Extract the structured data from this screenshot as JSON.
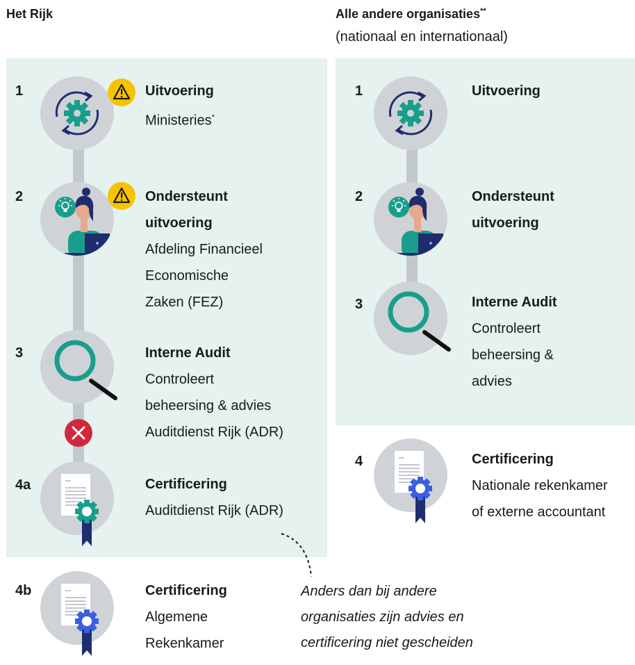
{
  "left_column": {
    "title": "Het Rijk",
    "items": [
      {
        "num": "1",
        "title": "Uitvoering",
        "lines": [
          "Ministeries"
        ],
        "mark": "*",
        "icon": "gear-cycle-icon",
        "warning": true
      },
      {
        "num": "2",
        "title": "Ondersteunt",
        "title2": "uitvoering",
        "lines": [
          "Afdeling Financieel",
          "Economische",
          "Zaken (FEZ)"
        ],
        "icon": "person-laptop-icon",
        "warning": true
      },
      {
        "num": "3",
        "title": "Interne Audit",
        "lines": [
          "Controleert",
          "beheersing & advies",
          "Auditdienst Rijk (ADR)"
        ],
        "icon": "magnifier-icon"
      },
      {
        "num": "4a",
        "title": "Certificering",
        "lines": [
          "Auditdienst Rijk (ADR)"
        ],
        "icon": "certificate-green-icon"
      },
      {
        "num": "4b",
        "title": "Certificering",
        "lines": [
          "Algemene",
          "Rekenkamer"
        ],
        "icon": "certificate-blue-icon"
      }
    ],
    "separator_icon": "red-cross-icon"
  },
  "right_column": {
    "title": "Alle andere organisaties",
    "title_mark": "**",
    "subtitle": "(nationaal en internationaal)",
    "items": [
      {
        "num": "1",
        "title": "Uitvoering",
        "icon": "gear-cycle-icon"
      },
      {
        "num": "2",
        "title": "Ondersteunt",
        "title2": "uitvoering",
        "icon": "person-laptop-icon"
      },
      {
        "num": "3",
        "title": "Interne Audit",
        "lines": [
          "Controleert",
          "beheersing &",
          "advies"
        ],
        "icon": "magnifier-icon"
      },
      {
        "num": "4",
        "title": "Certificering",
        "lines": [
          "Nationale rekenkamer",
          "of externe accountant"
        ],
        "icon": "certificate-blue-icon"
      }
    ]
  },
  "note": {
    "lines": [
      "Anders dan bij andere",
      "organisaties zijn advies en",
      "certificering niet gescheiden"
    ]
  },
  "colors": {
    "panel": "#e5f2f0",
    "teal": "#1a9e8c",
    "navy": "#1f2d6e",
    "warning": "#f5c400",
    "danger": "#d1283d",
    "cert_blue": "#3b5fe0"
  }
}
